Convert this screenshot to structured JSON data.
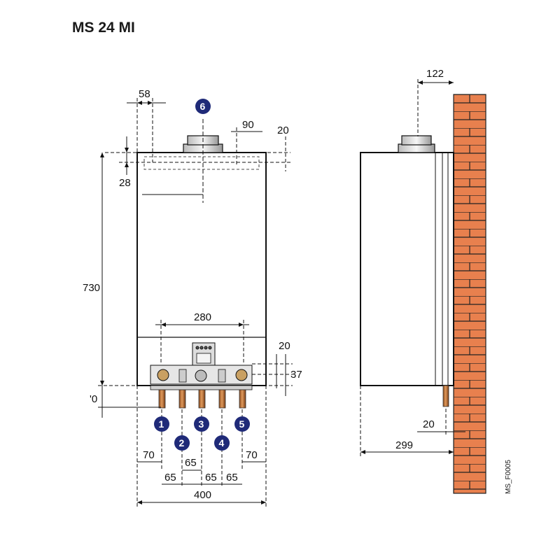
{
  "title": "MS 24 MI",
  "figure_code": "MS_F0005",
  "colors": {
    "badge": "#1f2a78",
    "brick": "#e8804e",
    "copper": "#c87a3c",
    "line": "#111111"
  },
  "front_dims": {
    "top_offset": "58",
    "flue_to_edge": "90",
    "flue_height": "20",
    "flue_depth": "28",
    "height": "730",
    "hydraulic_width": "280",
    "bottom_depth_20": "20",
    "bottom_depth_37": "37",
    "pipe_height": "'0",
    "left_margin": "70",
    "right_margin": "70",
    "spacing_2": "65",
    "spacing_1": "65",
    "spacing_3": "65",
    "spacing_4": "65",
    "width": "400"
  },
  "side_dims": {
    "flue_offset": "122",
    "pipe_offset": "20",
    "depth": "299"
  },
  "callouts": [
    "1",
    "2",
    "3",
    "4",
    "5",
    "6"
  ],
  "icons": [
    "wall-brick-icon",
    "flue-pipe-icon",
    "control-panel-icon",
    "copper-pipe-icon"
  ]
}
